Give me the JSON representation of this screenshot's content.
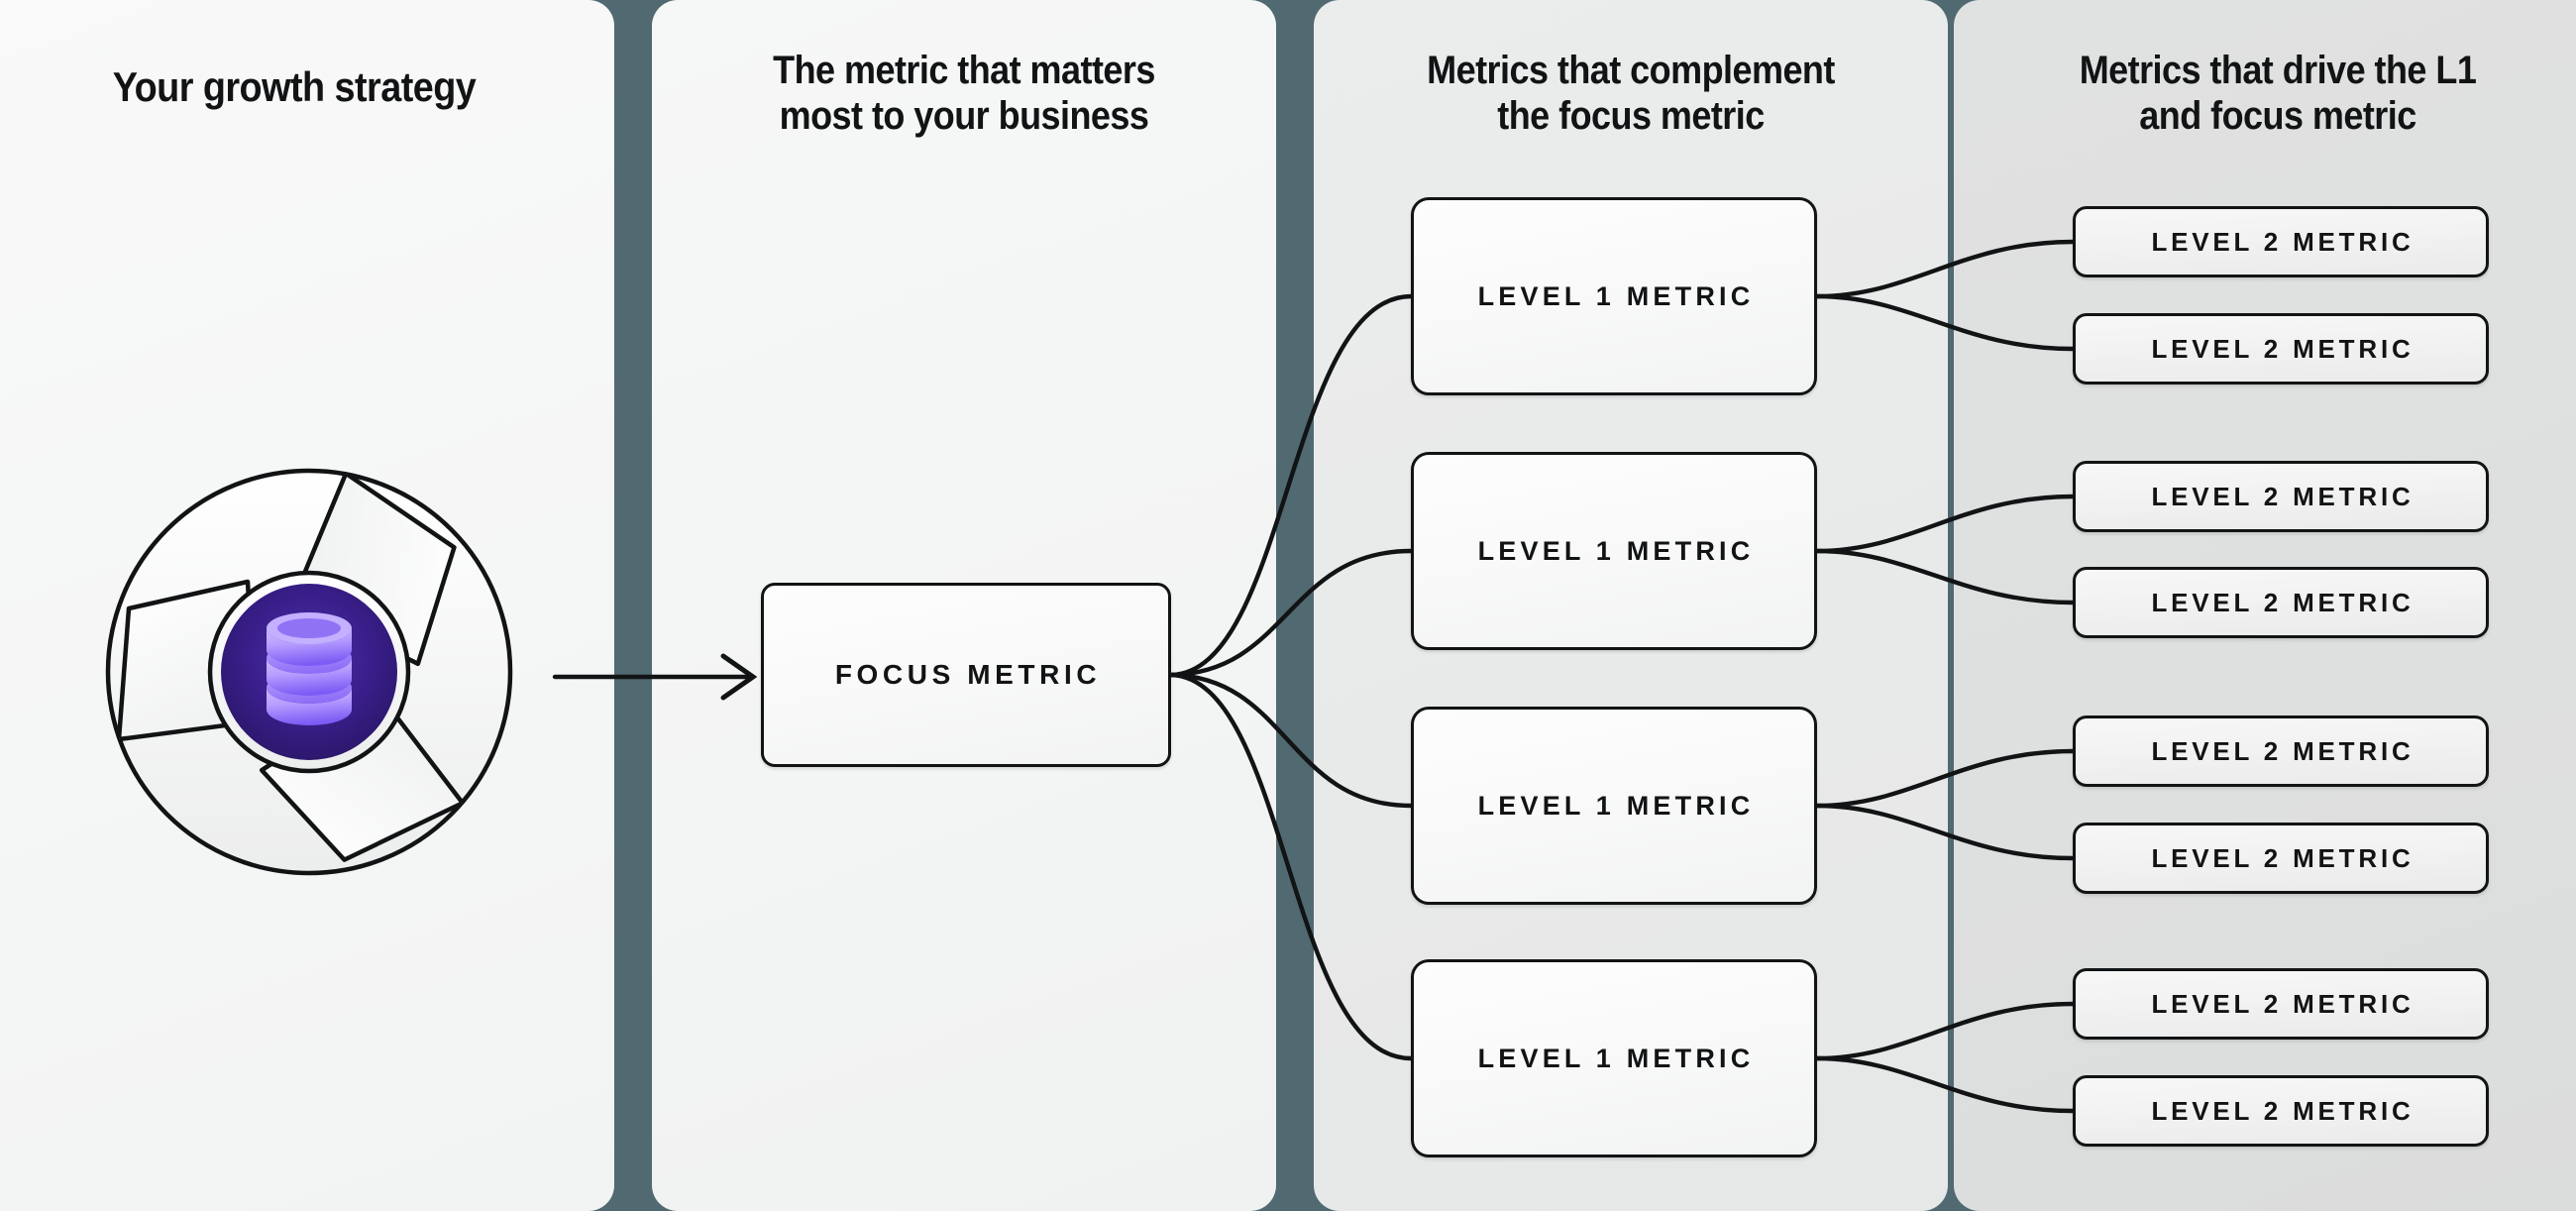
{
  "diagram": {
    "title": "Metric tree: growth strategy to level 2 metrics",
    "columns": [
      {
        "id": "growth-strategy",
        "title": "Your growth strategy",
        "bg": "#f5f6f6"
      },
      {
        "id": "focus-metric",
        "title": "The metric that matters\nmost to your business",
        "bg": "#f3f4f4"
      },
      {
        "id": "level-1",
        "title": "Metrics that complement\nthe focus metric",
        "bg": "#e8e9e9"
      },
      {
        "id": "level-2",
        "title": "Metrics that drive the L1\nand focus metric",
        "bg": "#dedfdf"
      }
    ],
    "divider_color": "#516970",
    "logo": {
      "name": "aperture-database-logo",
      "inner_icon": "database-icon",
      "inner_bg_color": "#2d1a6e",
      "icon_color": "#a78bfa",
      "blade_color": "#fbfbfb",
      "stroke_color": "#111315",
      "blades": 3,
      "disc_layers": 3
    },
    "focus": {
      "label": "FOCUS METRIC"
    },
    "level1": [
      {
        "label": "LEVEL 1 METRIC"
      },
      {
        "label": "LEVEL 1 METRIC"
      },
      {
        "label": "LEVEL 1 METRIC"
      },
      {
        "label": "LEVEL 1 METRIC"
      }
    ],
    "level2": [
      {
        "label": "LEVEL 2 METRIC"
      },
      {
        "label": "LEVEL 2 METRIC"
      },
      {
        "label": "LEVEL 2 METRIC"
      },
      {
        "label": "LEVEL 2 METRIC"
      },
      {
        "label": "LEVEL 2 METRIC"
      },
      {
        "label": "LEVEL 2 METRIC"
      },
      {
        "label": "LEVEL 2 METRIC"
      },
      {
        "label": "LEVEL 2 METRIC"
      }
    ],
    "connectors": {
      "strategy_to_focus": "arrow",
      "focus_to_level1": "curved-fan",
      "level1_to_level2": "curved-fan",
      "stroke_color": "#111315"
    }
  }
}
